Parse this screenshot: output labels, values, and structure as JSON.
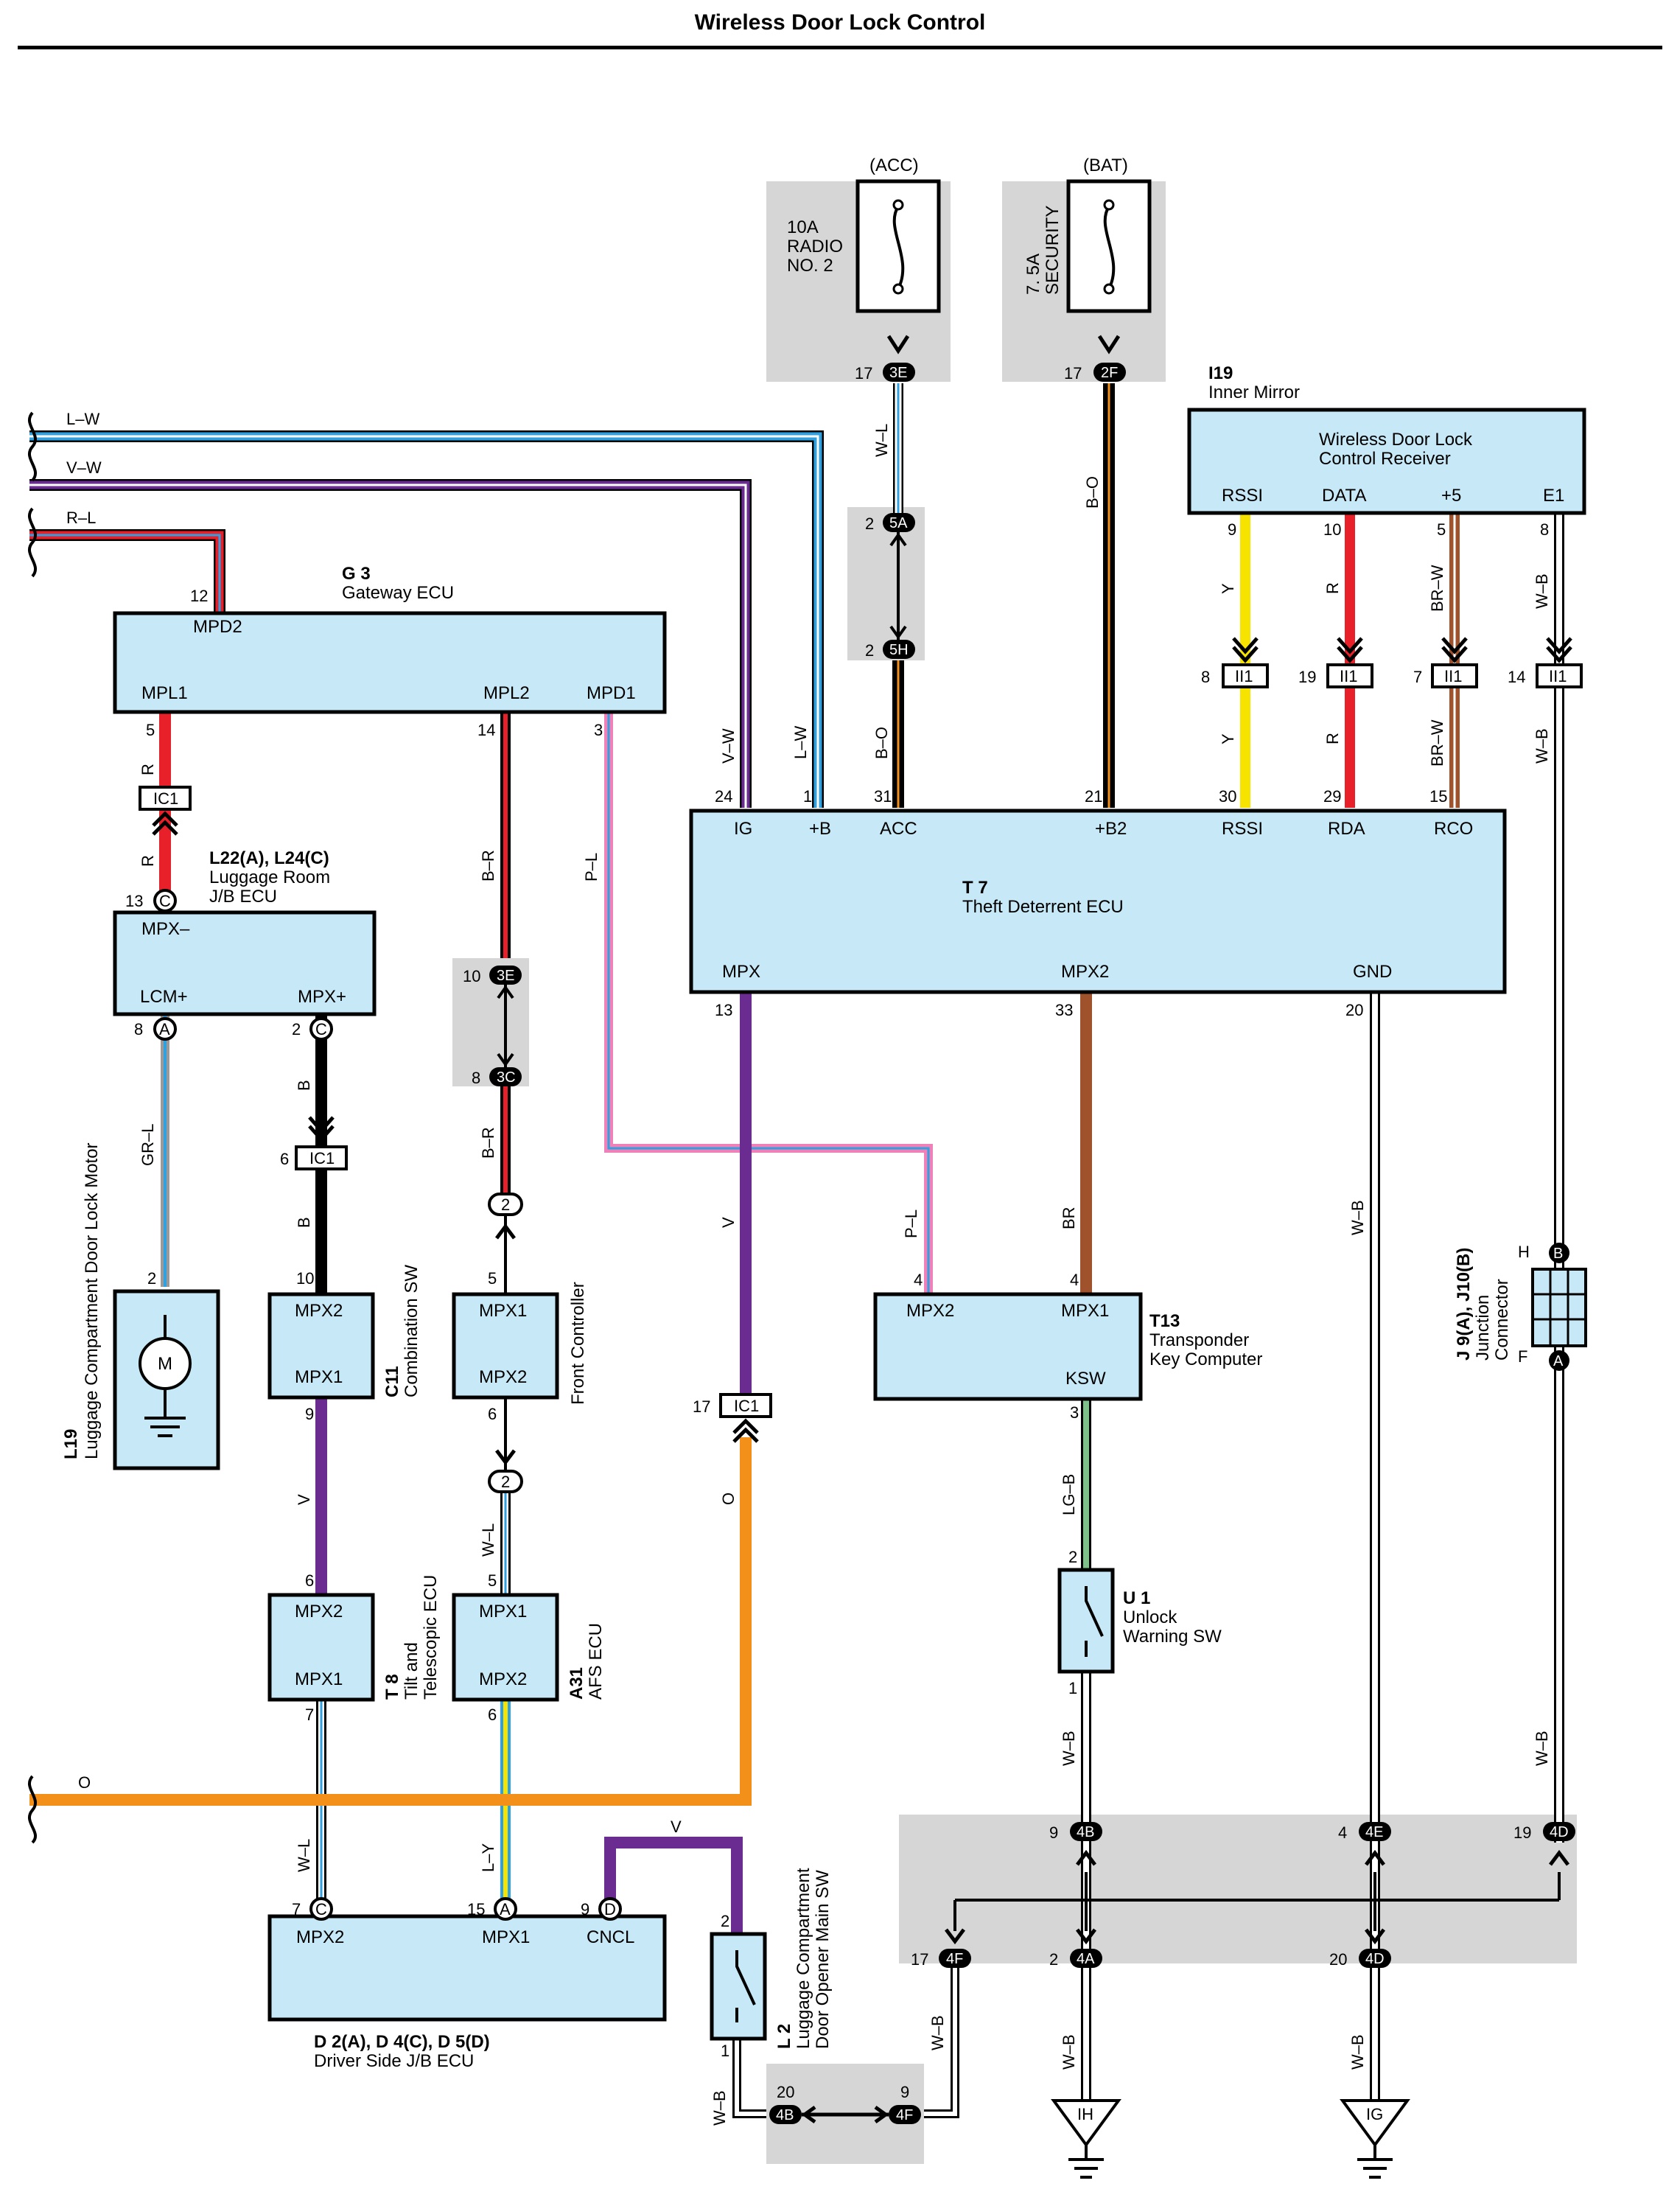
{
  "title": "Wireless Door Lock Control",
  "fuses": {
    "acc": {
      "source": "(ACC)",
      "label": [
        "10A",
        "RADIO",
        "NO. 2"
      ]
    },
    "bat": {
      "source": "(BAT)",
      "label": [
        "7. 5A",
        "SECURITY"
      ]
    }
  },
  "components": {
    "g3": {
      "id": "G 3",
      "name": "Gateway ECU",
      "pins": [
        "MPD2",
        "MPL1",
        "MPL2",
        "MPD1"
      ]
    },
    "l22": {
      "id": "L22(A), L24(C)",
      "name": [
        "Luggage Room",
        "J/B ECU"
      ],
      "pins": [
        "MPX–",
        "LCM+",
        "MPX+"
      ]
    },
    "t7": {
      "id": "T 7",
      "name": "Theft Deterrent ECU",
      "pins": [
        "IG",
        "+B",
        "ACC",
        "+B2",
        "RSSI",
        "RDA",
        "RCO",
        "MPX",
        "MPX2",
        "GND"
      ]
    },
    "i19": {
      "id": "I19",
      "name": "Inner Mirror",
      "box": [
        "Wireless Door Lock",
        "Control Receiver"
      ],
      "pins": [
        "RSSI",
        "DATA",
        "+5",
        "E1"
      ]
    },
    "t13": {
      "id": "T13",
      "name": [
        "Transponder",
        "Key Computer"
      ],
      "pins": [
        "MPX2",
        "MPX1",
        "KSW"
      ]
    },
    "u1": {
      "id": "U 1",
      "name": [
        "Unlock",
        "Warning SW"
      ]
    },
    "l19": {
      "id": "L19",
      "name": "Luggage Compartment Door Lock Motor",
      "motor": "M"
    },
    "c11": {
      "id": "C11",
      "name": "Combination SW",
      "pins": [
        "MPX2",
        "MPX1"
      ]
    },
    "fc": {
      "name": "Front Controller",
      "pins": [
        "MPX1",
        "MPX2"
      ]
    },
    "t8": {
      "id": "T 8",
      "name": [
        "Tilt and",
        "Telescopic ECU"
      ],
      "pins": [
        "MPX2",
        "MPX1"
      ]
    },
    "a31": {
      "id": "A31",
      "name": "AFS ECU",
      "pins": [
        "MPX1",
        "MPX2"
      ]
    },
    "d2": {
      "id": "D 2(A), D 4(C), D 5(D)",
      "name": "Driver Side J/B ECU",
      "pins": [
        "MPX2",
        "MPX1",
        "CNCL"
      ]
    },
    "l2": {
      "id": "L 2",
      "name": [
        "Luggage Compartment",
        "Door Opener Main SW"
      ]
    },
    "j9": {
      "id": "J 9(A), J10(B)",
      "name": [
        "Junction",
        "Connector"
      ],
      "pins": [
        "H",
        "B",
        "F",
        "A"
      ]
    }
  },
  "wire_labels": [
    "L–W",
    "V–W",
    "R–L",
    "O",
    "W–L",
    "B–O",
    "Y",
    "R",
    "BR–W",
    "W–B",
    "V–W",
    "L–W",
    "B–O",
    "R",
    "B–R",
    "P–L",
    "GR–L",
    "B",
    "V",
    "BR",
    "LG–B",
    "L–Y",
    "V"
  ],
  "connectors": [
    "3E",
    "2F",
    "5A",
    "5H",
    "II1",
    "IC1",
    "3E",
    "3C",
    "2",
    "C",
    "A",
    "D",
    "4B",
    "4E",
    "4D",
    "4F",
    "4A",
    "IH",
    "IG"
  ],
  "pin_numbers": [
    "17",
    "17",
    "2",
    "2",
    "12",
    "5",
    "14",
    "3",
    "24",
    "1",
    "31",
    "21",
    "30",
    "29",
    "15",
    "9",
    "10",
    "5",
    "8",
    "8",
    "19",
    "7",
    "14",
    "13",
    "33",
    "20",
    "10",
    "8",
    "6",
    "4",
    "3",
    "13",
    "8",
    "2",
    "6",
    "10",
    "9",
    "5",
    "6",
    "17",
    "6",
    "7",
    "5",
    "6",
    "7",
    "15",
    "9",
    "2",
    "1",
    "20",
    "9",
    "9",
    "4",
    "19",
    "17",
    "2",
    "20",
    "1",
    "H",
    "F"
  ],
  "colors": {
    "L": "#2fa0e0",
    "V": "#6a2c91",
    "R": "#e8202a",
    "O": "#f39019",
    "Y": "#f6e400",
    "BR": "#a0522d",
    "P": "#f080b8",
    "LG": "#7fc08a",
    "B": "#000000",
    "W": "#ffffff",
    "GR": "#9a9a9a",
    "box": "#c7e9f7",
    "shade": "#d6d6d6"
  }
}
